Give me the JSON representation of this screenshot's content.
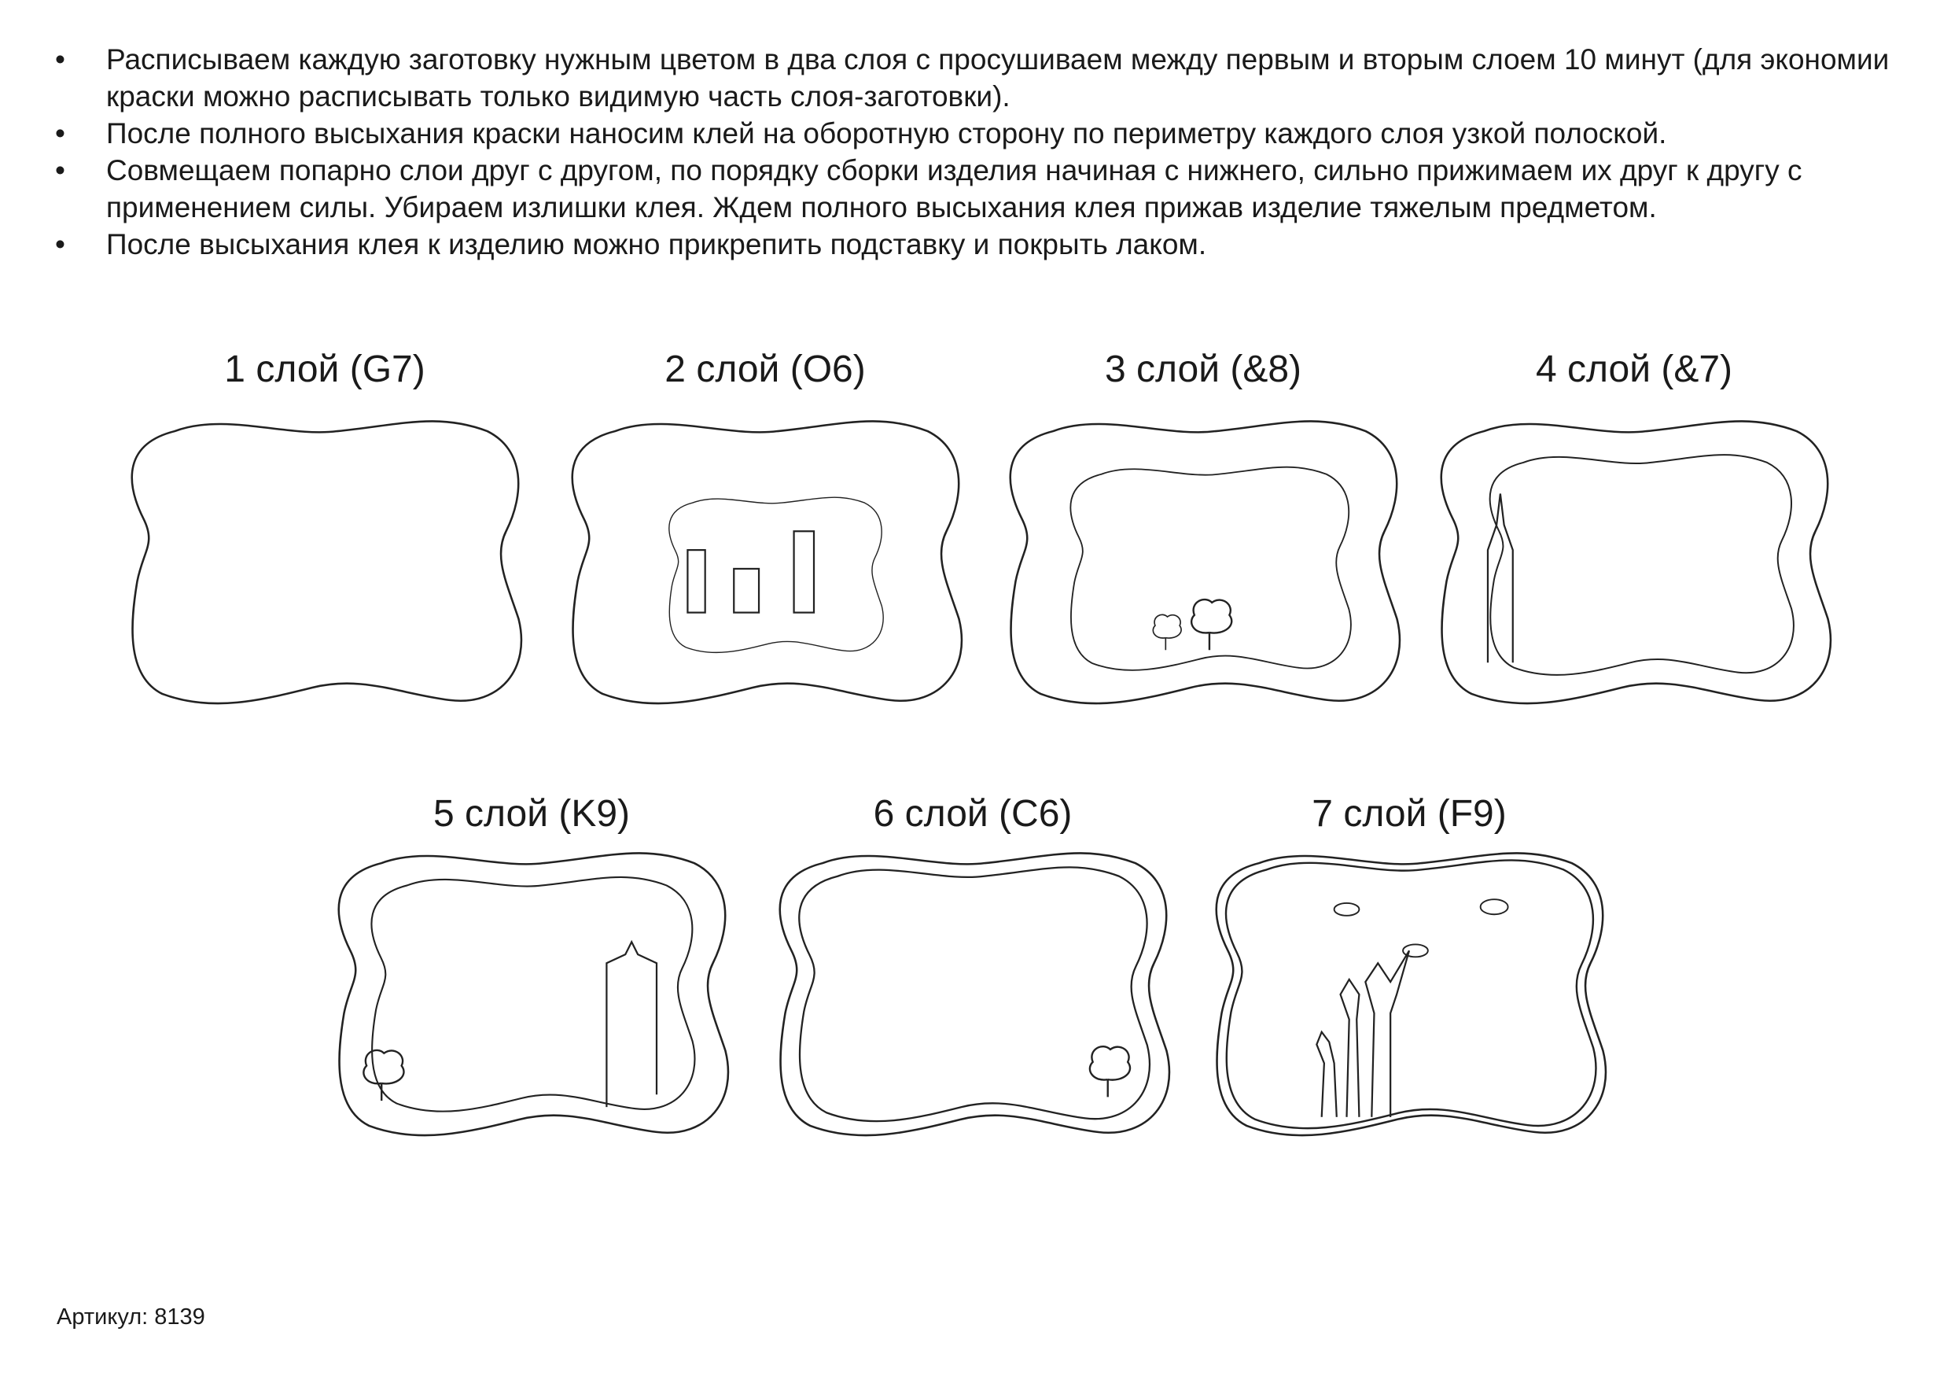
{
  "instructions": [
    "Расписываем каждую заготовку нужным цветом в два слоя с просушиваем между первым и вторым слоем 10 минут (для экономии краски можно расписывать только видимую часть слоя-заготовки).",
    "После полного высыхания краски наносим клей на оборотную сторону по периметру каждого слоя узкой полоской.",
    "Совмещаем попарно слои друг с другом, по порядку сборки изделия начиная с нижнего, сильно прижимаем их друг к другу с применением силы. Убираем излишки клея. Ждем полного высыхания клея прижав изделие тяжелым предметом.",
    "После высыхания клея к изделию можно прикрепить подставку и покрыть лаком."
  ],
  "bullet": "•",
  "layers": [
    {
      "title": "1 слой (G7)"
    },
    {
      "title": "2 слой (O6)"
    },
    {
      "title": "3 слой (&8)"
    },
    {
      "title": "4 слой (&7)"
    },
    {
      "title": "5 слой (K9)"
    },
    {
      "title": "6 слой (C6)"
    },
    {
      "title": "7 слой (F9)"
    }
  ],
  "article": "Артикул: 8139"
}
